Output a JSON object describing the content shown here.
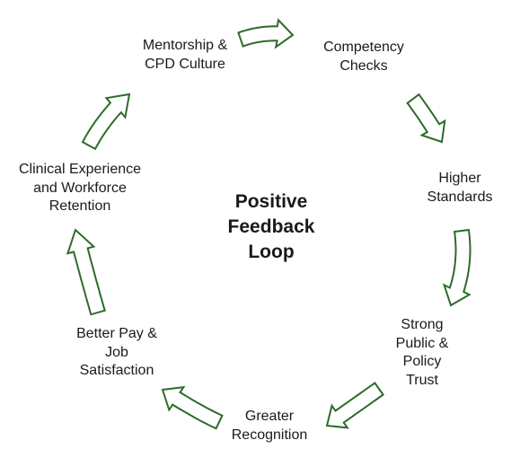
{
  "diagram": {
    "center_label": "Positive\nFeedback\nLoop",
    "nodes": [
      {
        "label": "Mentorship &\nCPD Culture"
      },
      {
        "label": "Competency\nChecks"
      },
      {
        "label": "Higher\nStandards"
      },
      {
        "label": "Strong\nPublic &\nPolicy\nTrust"
      },
      {
        "label": "Greater\nRecognition"
      },
      {
        "label": "Better Pay &\nJob\nSatisfaction"
      },
      {
        "label": "Clinical Experience\nand Workforce\nRetention"
      }
    ],
    "colors": {
      "arrow_outline": "#2e6b2a",
      "arrow_fill": "#ffffff",
      "text": "#1a1a1a"
    }
  }
}
